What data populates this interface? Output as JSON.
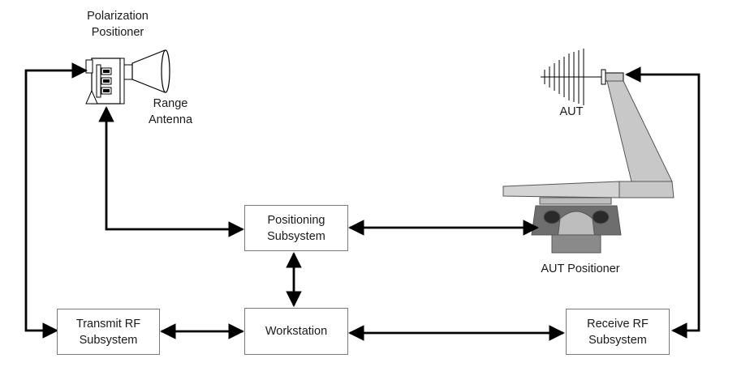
{
  "labels": {
    "polarization_positioner": [
      "Polarization",
      "Positioner"
    ],
    "range_antenna": [
      "Range",
      "Antenna"
    ],
    "aut": "AUT",
    "aut_positioner": "AUT Positioner"
  },
  "boxes": {
    "positioning": [
      "Positioning",
      "Subsystem"
    ],
    "workstation": "Workstation",
    "transmit": [
      "Transmit RF",
      "Subsystem"
    ],
    "receive": [
      "Receive RF",
      "Subsystem"
    ]
  },
  "colors": {
    "line": "#000000",
    "box_border": "#7a7a7a",
    "equipment_gray": "#c8c8c8",
    "equipment_dark": "#7a7a7a"
  }
}
